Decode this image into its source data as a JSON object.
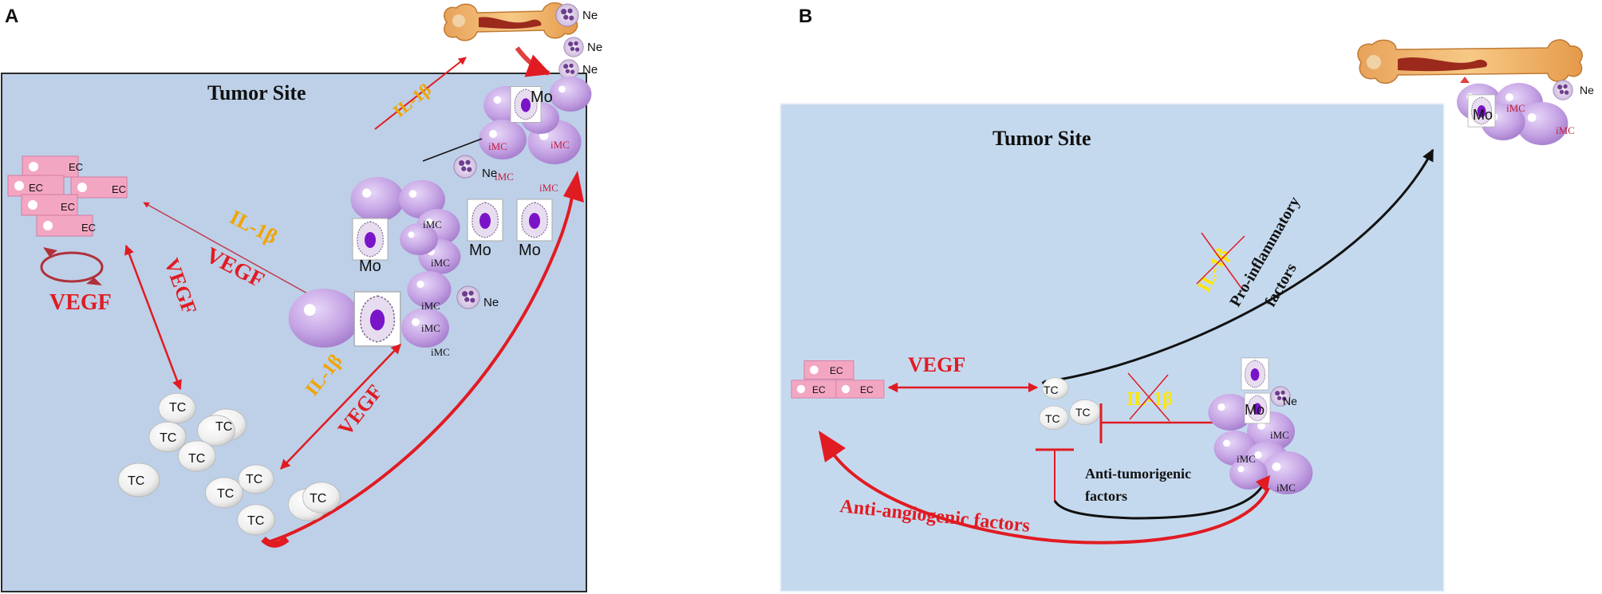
{
  "panels": [
    {
      "letter": "A",
      "title": "Tumor Site",
      "cells": {
        "ec": "EC",
        "tc": "TC",
        "mo": "Mo",
        "ne": "Ne",
        "imc": "iMC"
      },
      "signals": {
        "il1b": "IL-1β",
        "vegf": "VEGF"
      }
    },
    {
      "letter": "B",
      "title": "Tumor Site",
      "cells": {
        "ec": "EC",
        "tc": "TC",
        "mo": "Mo",
        "ne": "Ne",
        "imc": "iMC"
      },
      "signals": {
        "il1b": "IL-1β",
        "vegf": "VEGF"
      },
      "factors": {
        "pro_inflammatory": "Pro-inflammatory factors",
        "pro_inflammatory_l1": "Pro-inflammatory",
        "pro_inflammatory_l2": "factors",
        "anti_tumorigenic_l1": "Anti-tumorigenic",
        "anti_tumorigenic_l2": "factors",
        "anti_angiogenic": "Anti-angiogenic factors"
      }
    }
  ],
  "colors": {
    "panel_a_bg": "#bdd0e8",
    "panel_b_bg": "#c5d9ee",
    "vegf_red": "#e11b22",
    "il1b_orange": "#f0a500",
    "il1b_yellow": "#ffe600",
    "ec_pink": "#f3a6c2",
    "imc_purple": "#c8a6e6",
    "mo_nucleus": "#7a14c9"
  }
}
